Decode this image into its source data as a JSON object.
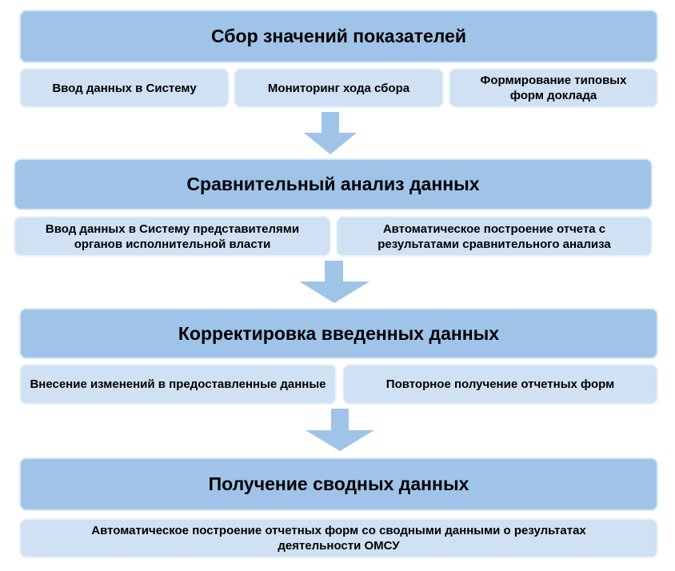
{
  "stages": [
    {
      "title": "Сбор значений показателей",
      "items": [
        "Ввод данных в Систему",
        "Мониторинг хода сбора",
        "Формирование типовых форм доклада"
      ]
    },
    {
      "title": "Сравнительный анализ данных",
      "items": [
        "Ввод данных в Систему представителями органов исполнительной власти",
        "Автоматическое построение отчета с результатами сравнительного анализа"
      ]
    },
    {
      "title": "Корректировка введенных данных",
      "items": [
        "Внесение изменений в предоставленные данные",
        "Повторное получение отчетных форм"
      ]
    },
    {
      "title": "Получение сводных данных",
      "items": [
        "Автоматическое построение отчетных форм со сводными данными о результатах деятельности ОМСУ"
      ]
    }
  ],
  "colors": {
    "header": "#9fc4e8",
    "item": "#cfe1f3",
    "arrow": "#9fc4e8"
  }
}
